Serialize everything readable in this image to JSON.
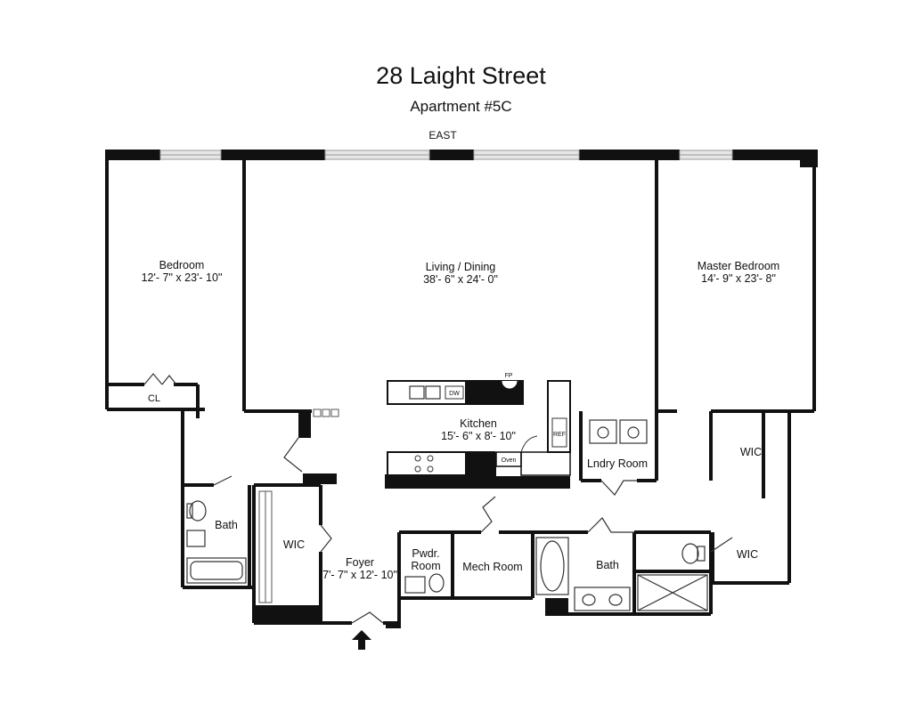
{
  "header": {
    "title": "28 Laight Street",
    "subtitle": "Apartment #5C"
  },
  "compass": "EAST",
  "rooms": [
    {
      "id": "bedroom",
      "name": "Bedroom",
      "size": "12'- 7\" x 23'- 10\""
    },
    {
      "id": "living",
      "name": "Living / Dining",
      "size": "38'- 6\" x 24'- 0\""
    },
    {
      "id": "master",
      "name": "Master Bedroom",
      "size": "14'- 9\" x 23'- 8\""
    },
    {
      "id": "kitchen",
      "name": "Kitchen",
      "size": "15'- 6\" x 8'- 10\""
    },
    {
      "id": "foyer",
      "name": "Foyer",
      "size": "7'- 7\" x 12'- 10\""
    }
  ],
  "labels": {
    "closet": "CL",
    "bath_left": "Bath",
    "wic_left": "WIC",
    "powder_1": "Pwdr.",
    "powder_2": "Room",
    "mech": "Mech Room",
    "laundry": "Lndry Room",
    "bath_right": "Bath",
    "wic_upper": "WIC",
    "wic_lower": "WIC",
    "fp": "FP",
    "dw": "DW",
    "oven": "Oven",
    "ref": "REF"
  },
  "colors": {
    "wall": "#111111",
    "window": "#bfbfbf",
    "fixture": "#333333"
  },
  "entry_arrow_icon": "entry-arrow-icon"
}
